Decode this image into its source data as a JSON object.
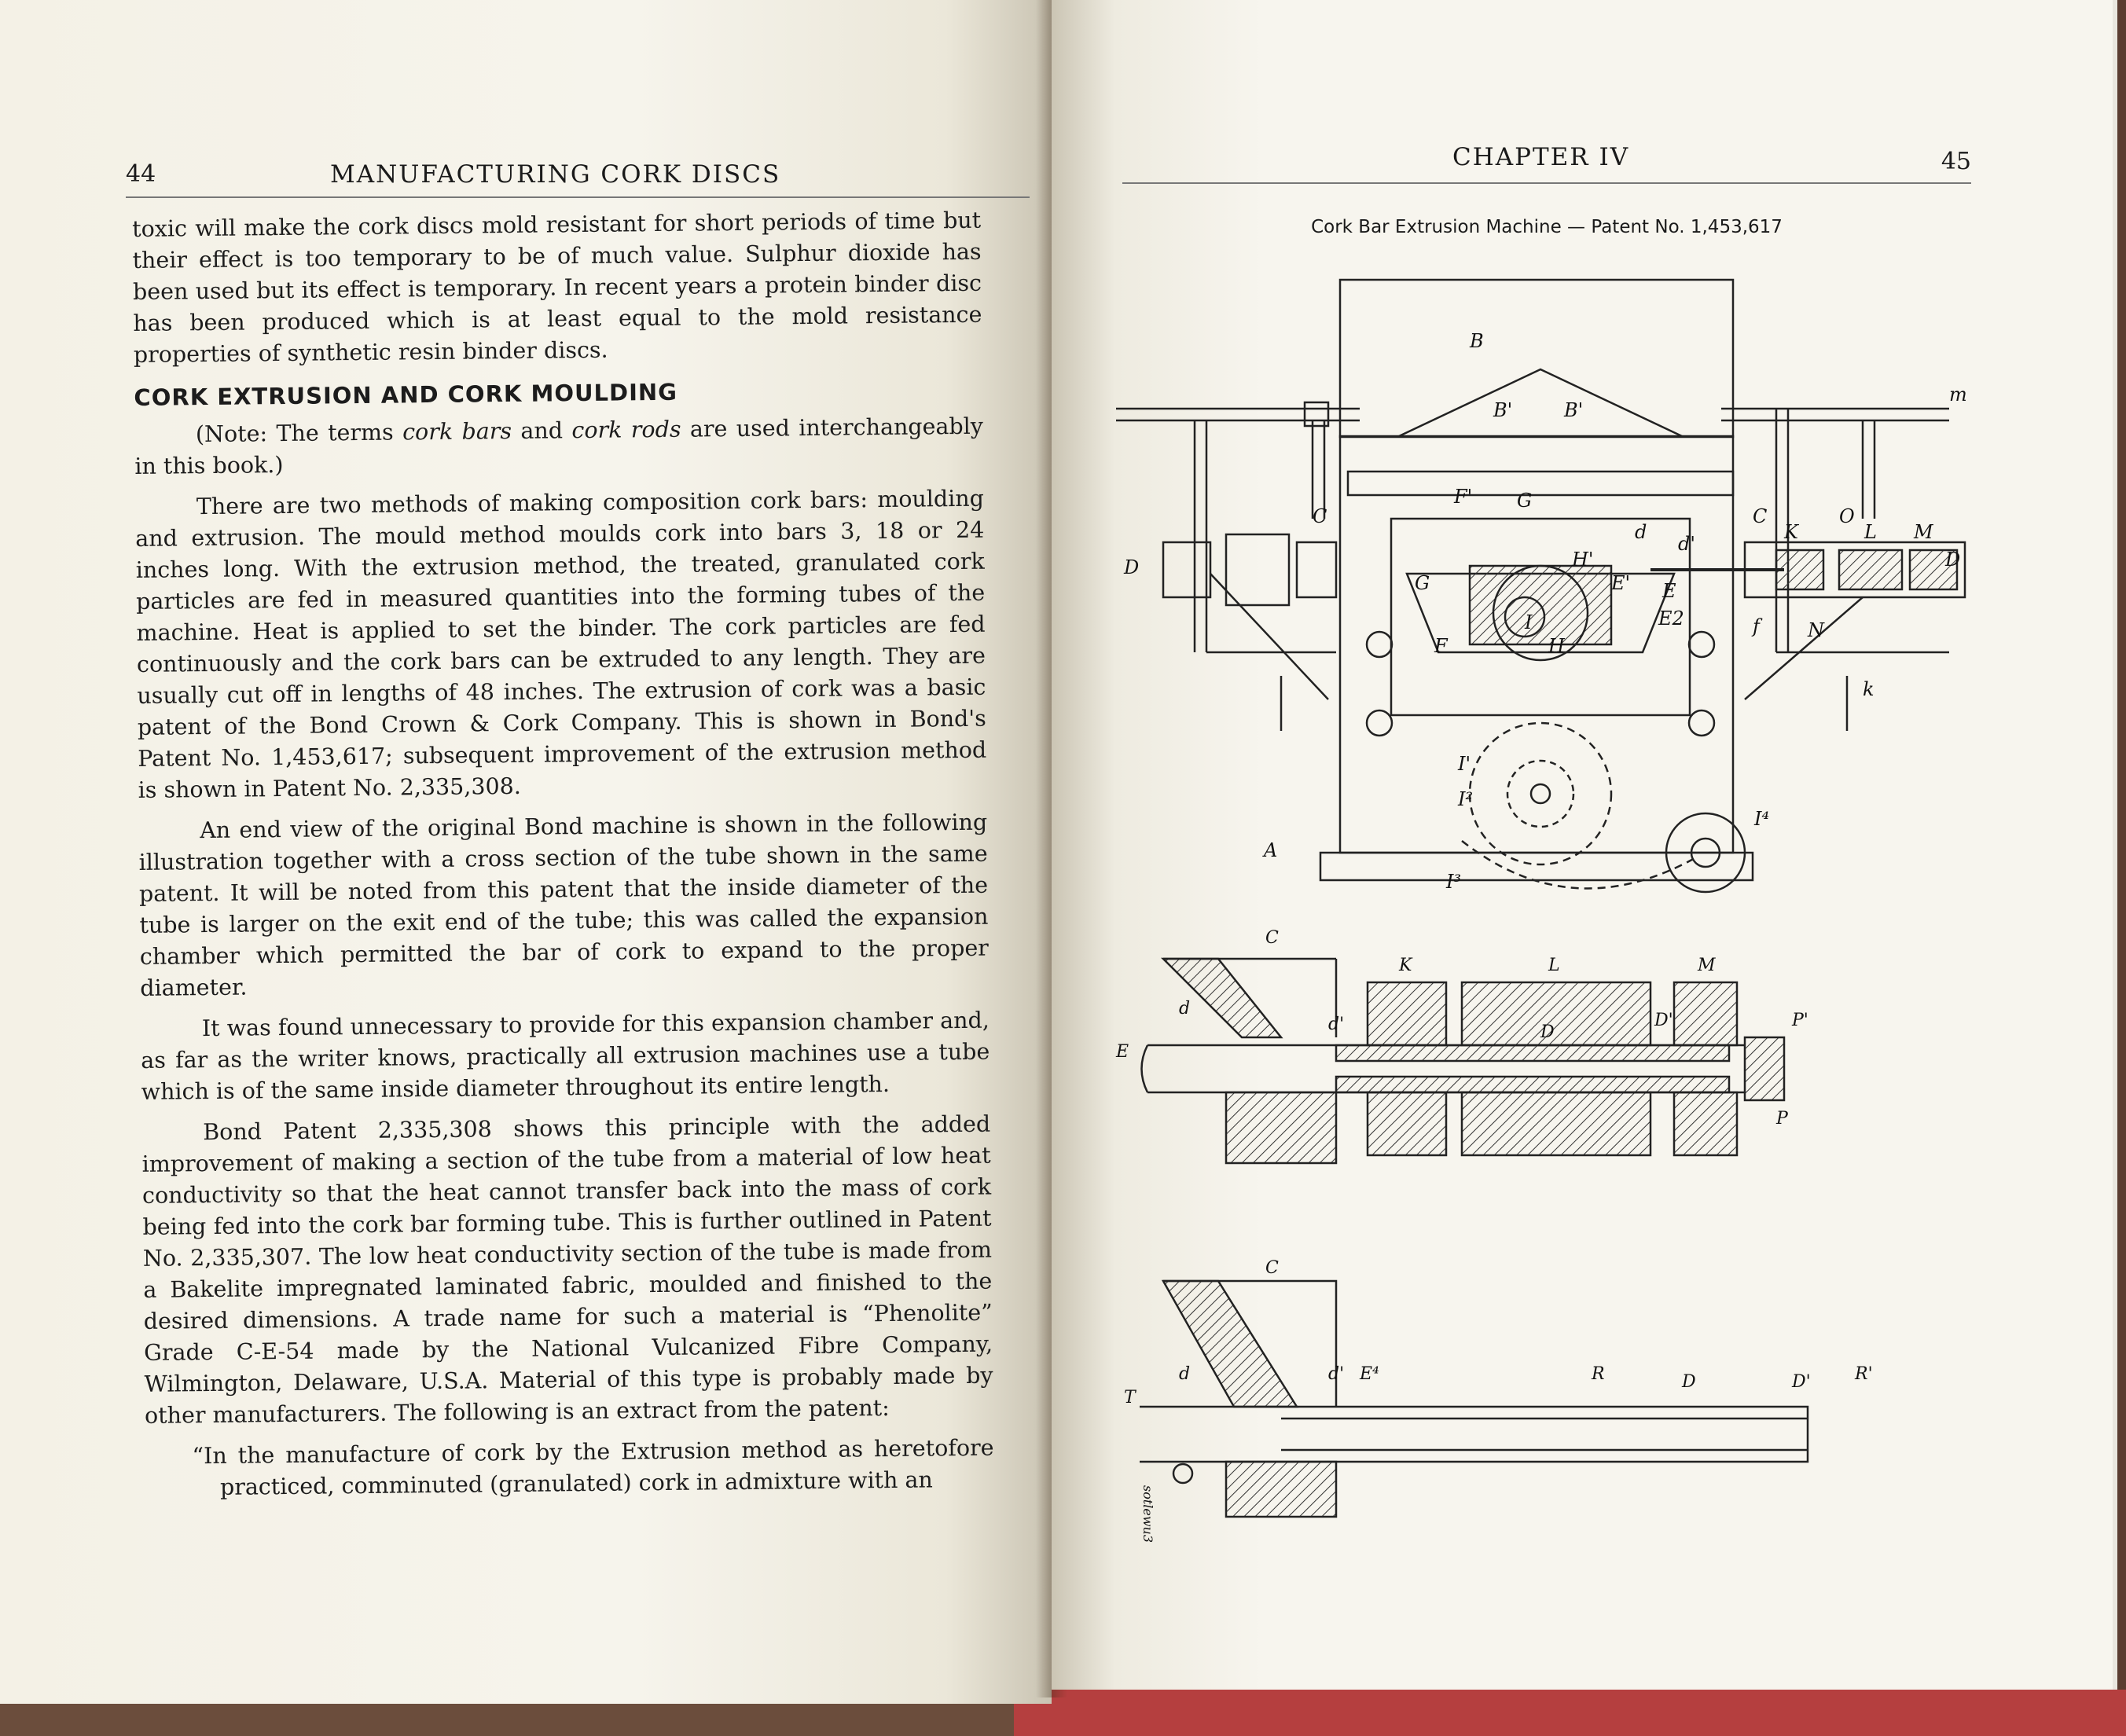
{
  "left_page": {
    "page_number": "44",
    "running_head": "MANUFACTURING CORK DISCS",
    "para_1": "toxic will make the cork discs mold resistant for short periods of time but their effect is too temporary to be of much value. Sulphur dioxide has been used but its effect is temporary. In recent years a protein binder disc has been produced which is at least equal to the mold resistance properties of synthetic resin binder discs.",
    "heading": "CORK EXTRUSION AND CORK MOULDING",
    "note_a": "(Note: The terms ",
    "note_em1": "cork bars",
    "note_b": " and ",
    "note_em2": "cork rods",
    "note_c": " are used interchangeably in this book.)",
    "para_2": "There are two methods of making composition cork bars: moulding and extrusion. The mould method moulds cork into bars 3, 18 or 24 inches long. With the extrusion method, the treated, granulated cork particles are fed in measured quantities into the forming tubes of the machine. Heat is applied to set the binder. The cork particles are fed continuously and the cork bars can be extruded to any length. They are usually cut off in lengths of 48 inches. The extrusion of cork was a basic patent of the Bond Crown & Cork Company. This is shown in Bond's Patent No. 1,453,617; subsequent improvement of the extrusion method is shown in Patent No. 2,335,308.",
    "para_3": "An end view of the original Bond machine is shown in the following illustration together with a cross section of the tube shown in the same patent. It will be noted from this patent that the inside diameter of the tube is larger on the exit end of the tube; this was called the expansion chamber which permitted the bar of cork to expand to the proper diameter.",
    "para_4": "It was found unnecessary to provide for this expansion chamber and, as far as the writer knows, practically all extrusion machines use a tube which is of the same inside diameter throughout its entire length.",
    "para_5": "Bond Patent 2,335,308 shows this principle with the added improvement of making a section of the tube from a material of low heat conductivity so that the heat cannot transfer back into the mass of cork being fed into the cork bar forming tube. This is further outlined in Patent No. 2,335,307. The low heat conductivity section of the tube is made from a Bakelite impregnated laminated fabric, moulded and finished to the desired dimensions. A trade name for such a material is “Phenolite” Grade C-E-54 made by the National Vulcanized Fibre Company, Wilmington, Delaware, U.S.A. Material of this type is probably made by other manufacturers. The following is an extract from the patent:",
    "quote": "“In the manufacture of cork by the Extrusion method as heretofore practiced, comminuted (granulated) cork in admixture with an"
  },
  "right_page": {
    "chapter": "CHAPTER IV",
    "page_number": "45",
    "caption": "Cork Bar Extrusion Machine — Patent No. 1,453,617",
    "fig1_labels": {
      "B": "B",
      "B1": "B'",
      "B2": "B'",
      "C_left": "C",
      "C_right": "C",
      "D_left": "D",
      "D_right": "D",
      "F1": "F'",
      "G": "G",
      "G1": "G",
      "d": "d",
      "d1": "d'",
      "H1": "H'",
      "E1": "E'",
      "E": "E",
      "I": "I",
      "H": "H",
      "F2": "F",
      "E2": "E2",
      "I1": "I'",
      "I2": "I²",
      "I4": "I⁴",
      "I3": "I³",
      "A": "A",
      "m": "m",
      "K": "K",
      "O": "O",
      "L": "L",
      "M": "M",
      "N": "N",
      "k": "k",
      "f": "f"
    },
    "fig2_labels": {
      "C": "C",
      "K": "K",
      "L": "L",
      "M": "M",
      "d": "d",
      "d1": "d'",
      "D": "D",
      "D1": "D'",
      "P1": "P'",
      "E": "E",
      "P": "P"
    },
    "fig3_labels": {
      "C": "C",
      "d": "d",
      "d1": "d'",
      "E4": "E⁴",
      "R": "R",
      "D": "D",
      "D1": "D'",
      "R1": "R'",
      "T": "T",
      "side": "sotlewu3"
    }
  }
}
